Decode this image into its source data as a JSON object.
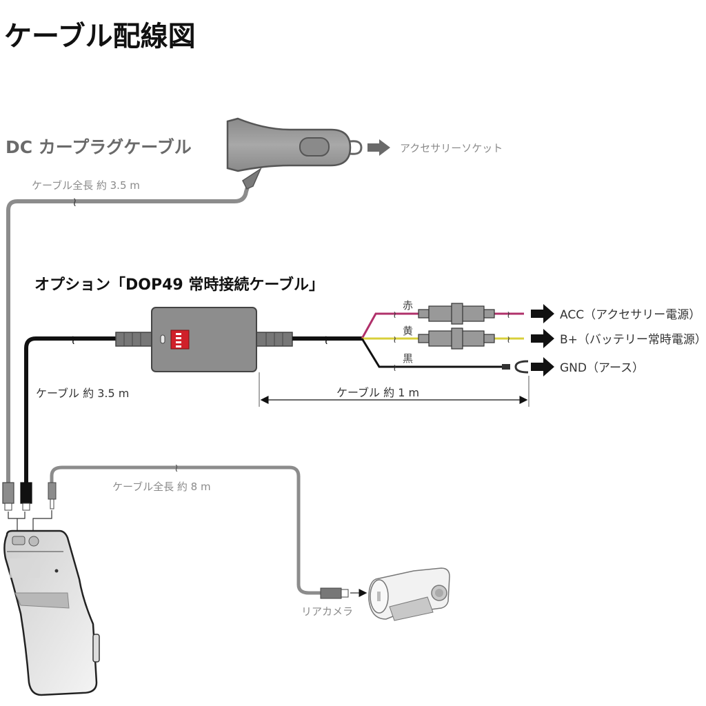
{
  "title": "ケーブル配線図",
  "dc_plug": {
    "heading": "DC カープラグケーブル",
    "cable_length": "ケーブル全長 約 3.5 m",
    "destination": "アクセサリーソケット",
    "cable_color": "#8c8c8c"
  },
  "option_cable": {
    "heading": "オプション「DOP49 常時接続ケーブル」",
    "cable_length_main": "ケーブル 約 3.5 m",
    "cable_length_branch": "ケーブル 約 1 m",
    "dip_switch_color": "#d0202a",
    "wires": [
      {
        "color_label": "赤",
        "color": "#b0306a",
        "destination": "ACC（アクセサリー電源）"
      },
      {
        "color_label": "黄",
        "color": "#d8cf3a",
        "destination": "B+（バッテリー常時電源）"
      },
      {
        "color_label": "黒",
        "color": "#111111",
        "destination": "GND（アース）"
      }
    ]
  },
  "rear_camera": {
    "cable_length": "ケーブル全長 約 8 m",
    "label": "リアカメラ"
  }
}
